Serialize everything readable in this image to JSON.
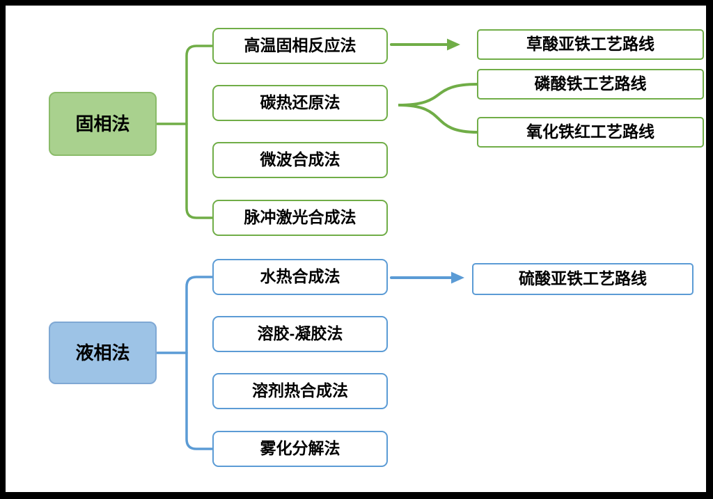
{
  "colors": {
    "solid_accent": "#70AD47",
    "solid_fill": "#A9D18E",
    "liquid_accent": "#5B9BD5",
    "liquid_fill": "#9DC3E6",
    "node_fill": "#FFFFFF",
    "text": "#000000",
    "frame": "#000000",
    "background": "#FFFFFF"
  },
  "groups": [
    {
      "label": "固相法",
      "methods": [
        "高温固相反应法",
        "碳热还原法",
        "微波合成法",
        "脉冲激光合成法"
      ],
      "routes": [
        "草酸亚铁工艺路线",
        "磷酸铁工艺路线",
        "氧化铁红工艺路线"
      ],
      "links": [
        {
          "from": "高温固相反应法",
          "to": "草酸亚铁工艺路线",
          "connector": "arrow"
        },
        {
          "from": "碳热还原法",
          "to": "磷酸铁工艺路线",
          "connector": "brace"
        },
        {
          "from": "碳热还原法",
          "to": "氧化铁红工艺路线",
          "connector": "brace"
        }
      ]
    },
    {
      "label": "液相法",
      "methods": [
        "水热合成法",
        "溶胶-凝胶法",
        "溶剂热合成法",
        "雾化分解法"
      ],
      "routes": [
        "硫酸亚铁工艺路线"
      ],
      "links": [
        {
          "from": "水热合成法",
          "to": "硫酸亚铁工艺路线",
          "connector": "arrow"
        }
      ]
    }
  ]
}
